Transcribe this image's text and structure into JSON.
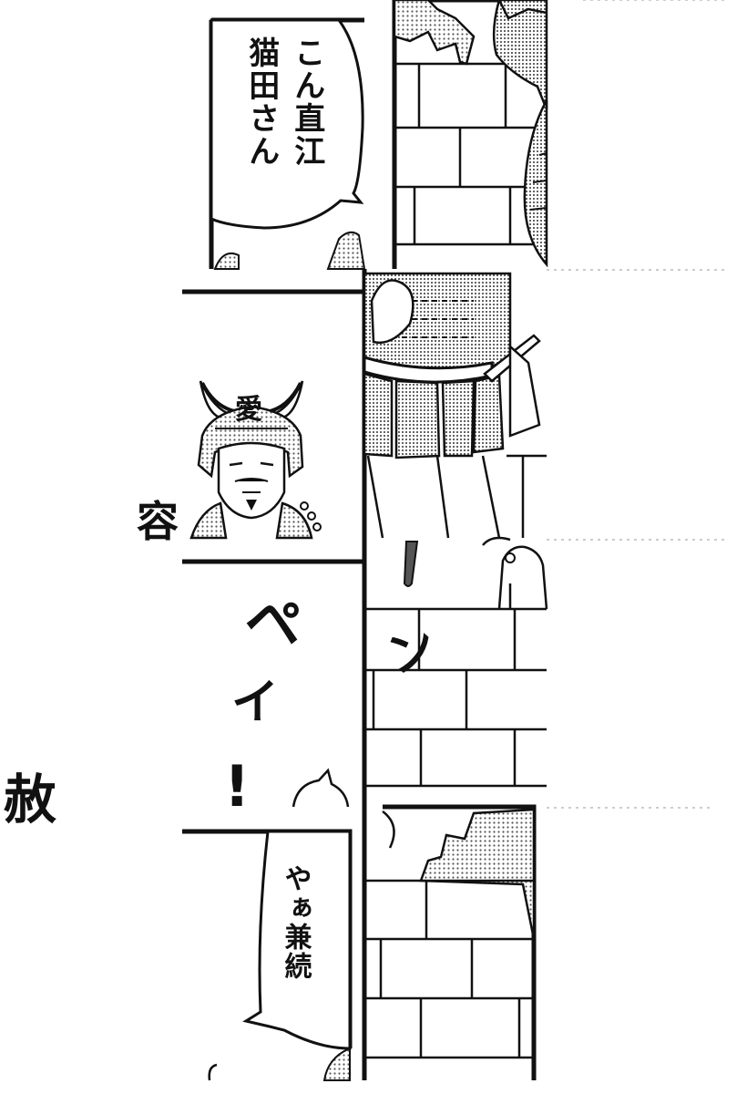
{
  "panels": [
    {
      "id": "panel-1",
      "dialogue": [
        "こん直江",
        "猫田さん"
      ]
    },
    {
      "id": "panel-2",
      "caption": "容"
    },
    {
      "id": "panel-3",
      "sfx": [
        "ペ",
        "イ",
        "ン",
        "!"
      ]
    },
    {
      "id": "panel-4",
      "dialogue": [
        "やぁ兼続"
      ]
    }
  ],
  "side_text": "赦",
  "helmet_crest": "愛",
  "colors": {
    "ink": "#111111",
    "paper": "#ffffff",
    "screentone": "#9a9a9a"
  }
}
